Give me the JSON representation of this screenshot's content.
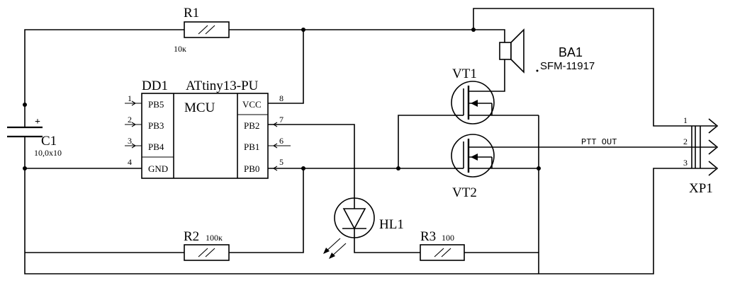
{
  "components": {
    "r1": {
      "ref": "R1",
      "value": "10к"
    },
    "r2": {
      "ref": "R2",
      "value": "100к"
    },
    "r3": {
      "ref": "R3",
      "value": "100"
    },
    "c1": {
      "ref": "C1",
      "value": "10,0х10",
      "polarity": "+"
    },
    "ba1": {
      "ref": "BA1",
      "value": "SFM-11917"
    },
    "vt1": {
      "ref": "VT1"
    },
    "vt2": {
      "ref": "VT2"
    },
    "hl1": {
      "ref": "HL1"
    },
    "xp1": {
      "ref": "XP1",
      "pins": [
        "1",
        "2",
        "3"
      ]
    },
    "dd1": {
      "ref": "DD1",
      "part": "ATtiny13-PU",
      "type": "MCU",
      "left_pins": [
        {
          "num": "1",
          "name": "PB5"
        },
        {
          "num": "2",
          "name": "PB3"
        },
        {
          "num": "3",
          "name": "PB4"
        },
        {
          "num": "4",
          "name": "GND"
        }
      ],
      "right_pins": [
        {
          "num": "8",
          "name": "VCC"
        },
        {
          "num": "7",
          "name": "PB2"
        },
        {
          "num": "6",
          "name": "PB1"
        },
        {
          "num": "5",
          "name": "PB0"
        }
      ]
    }
  },
  "nets": {
    "ptt_out": "PTT OUT"
  }
}
